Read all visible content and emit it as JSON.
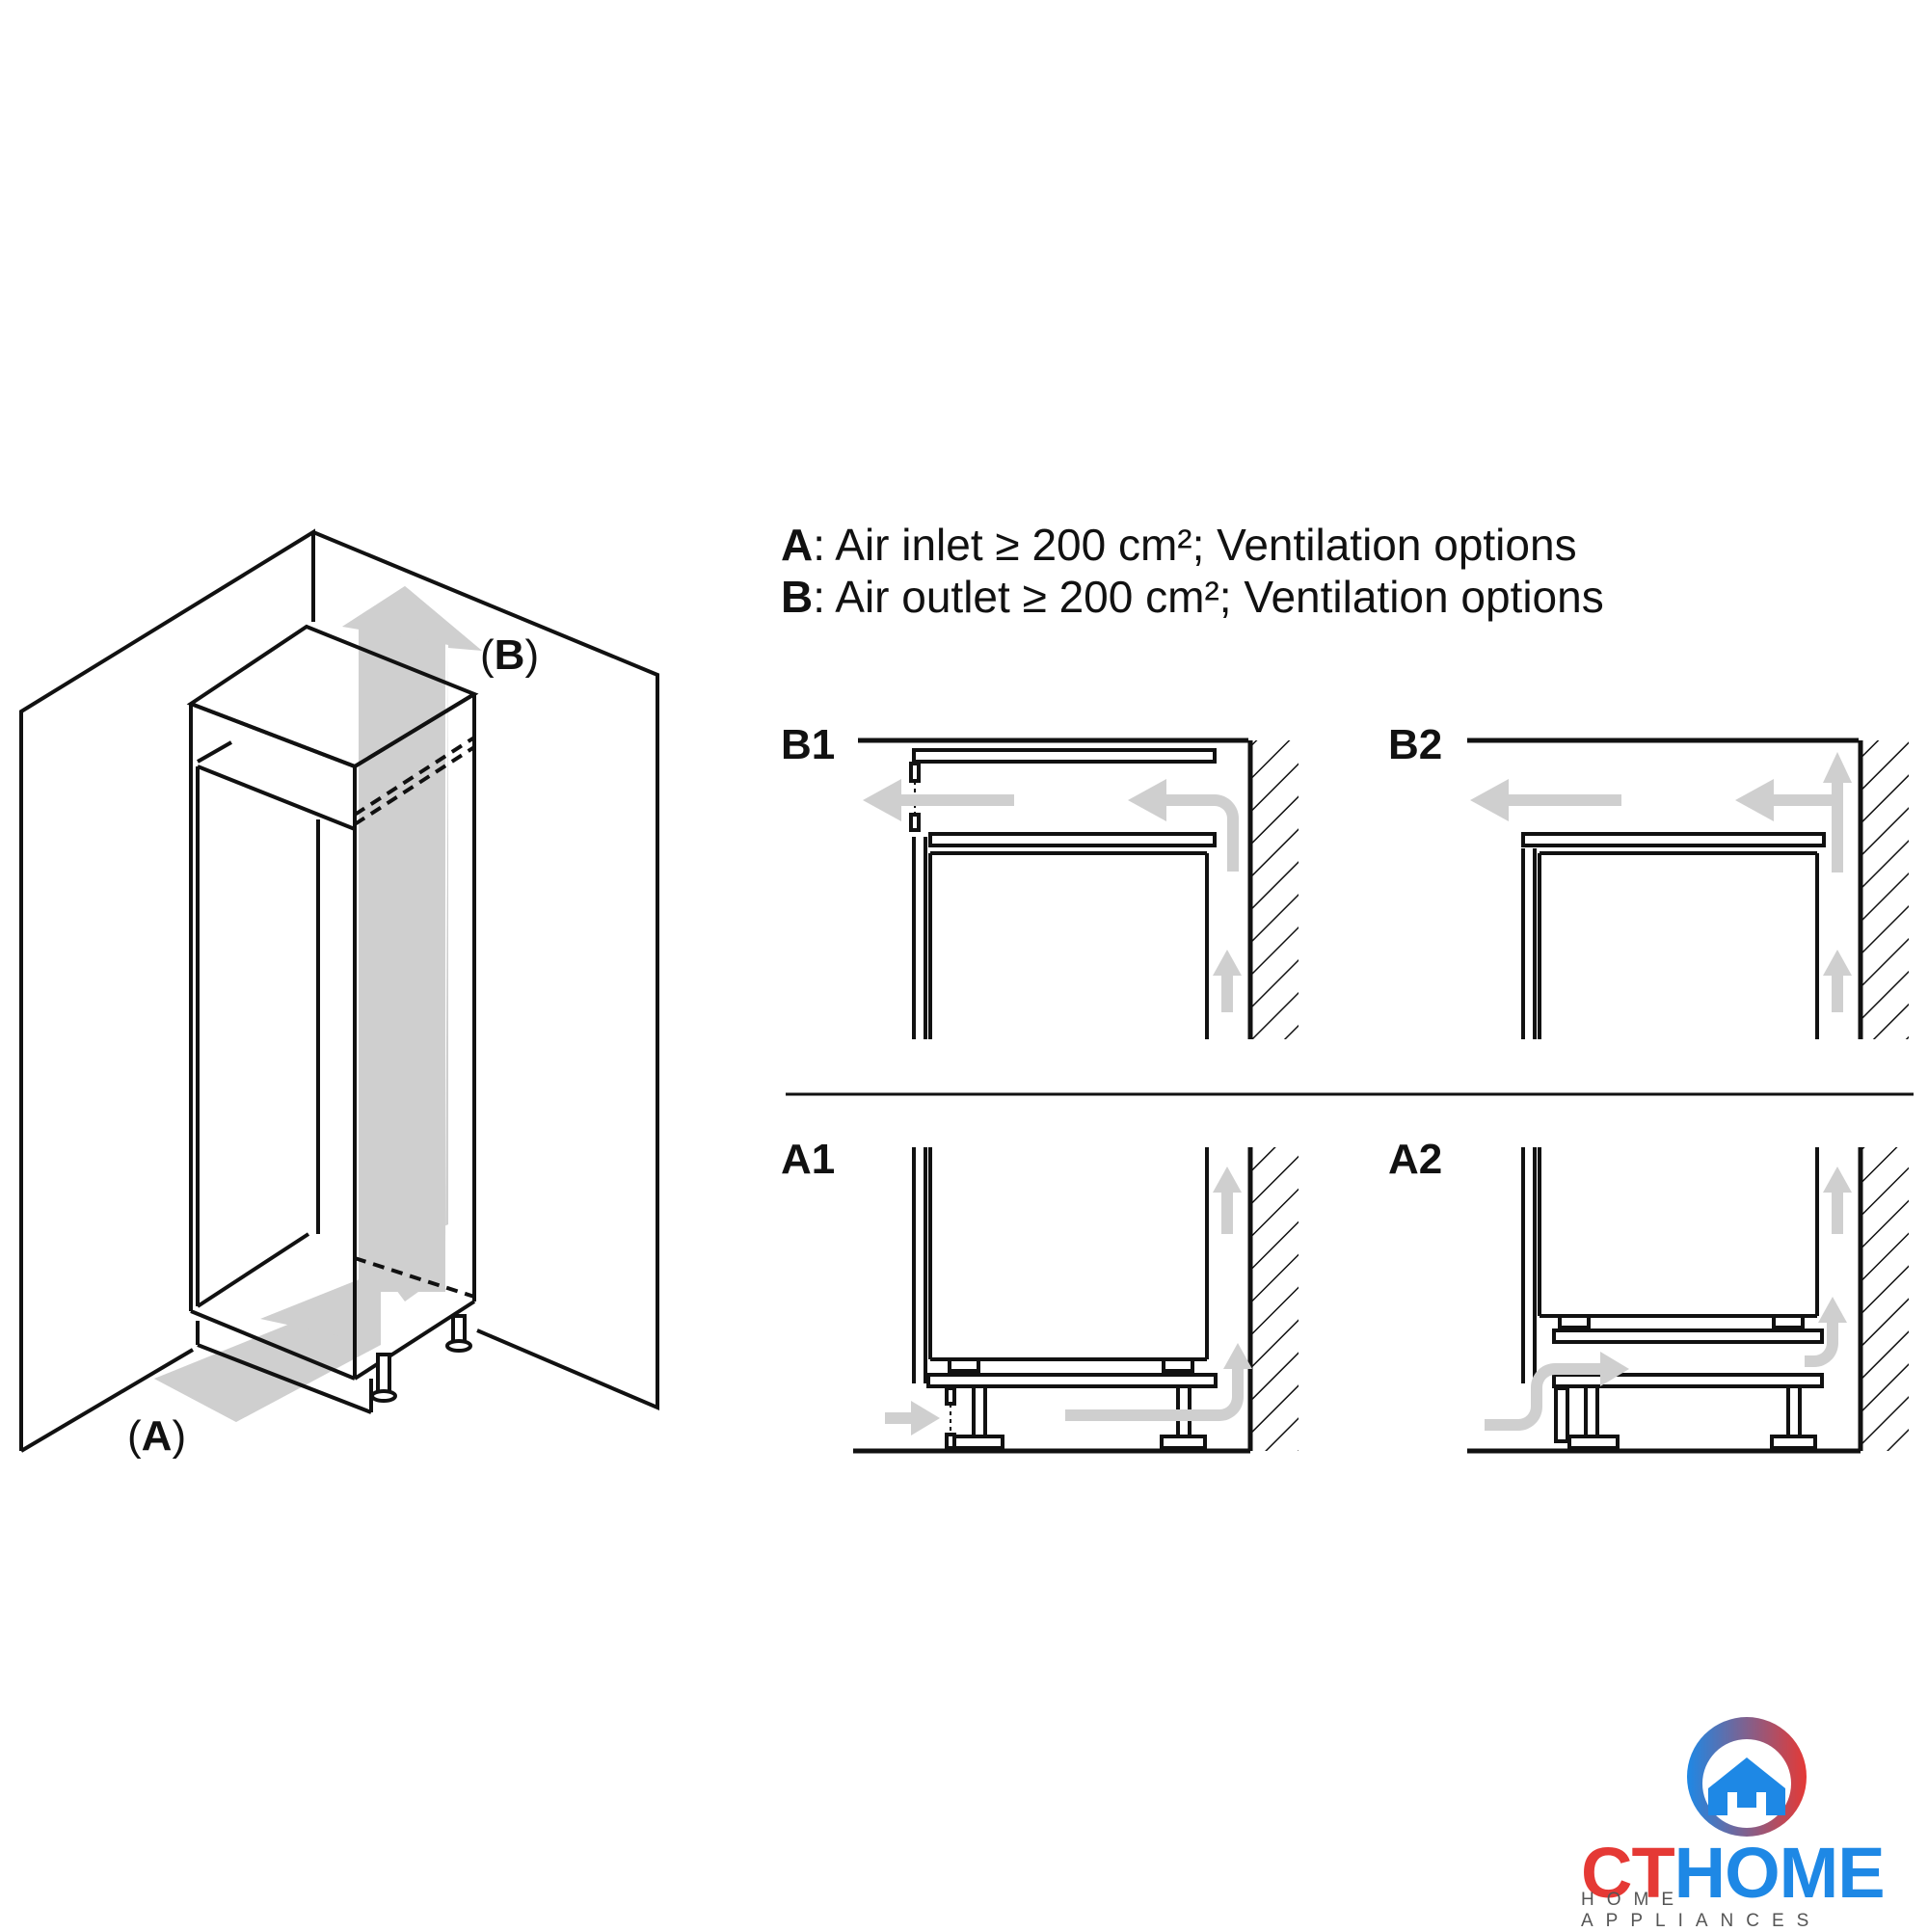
{
  "legend": [
    {
      "key": "A",
      "text": ": Air inlet ≥ 200 cm²; Ventilation options"
    },
    {
      "key": "B",
      "text": ": Air outlet ≥ 200 cm²; Ventilation options"
    }
  ],
  "iso": {
    "label_a": "A",
    "label_b": "B"
  },
  "panels": {
    "b1": "B1",
    "b2": "B2",
    "a1": "A1",
    "a2": "A2"
  },
  "logo": {
    "part1": "CT",
    "part2": "HOME",
    "tagline": "HOME APPLIANCES",
    "colors": {
      "red": "#e53935",
      "blue": "#1e88e5",
      "grey": "#555555"
    }
  },
  "arrow_color": "#cfcfcf"
}
